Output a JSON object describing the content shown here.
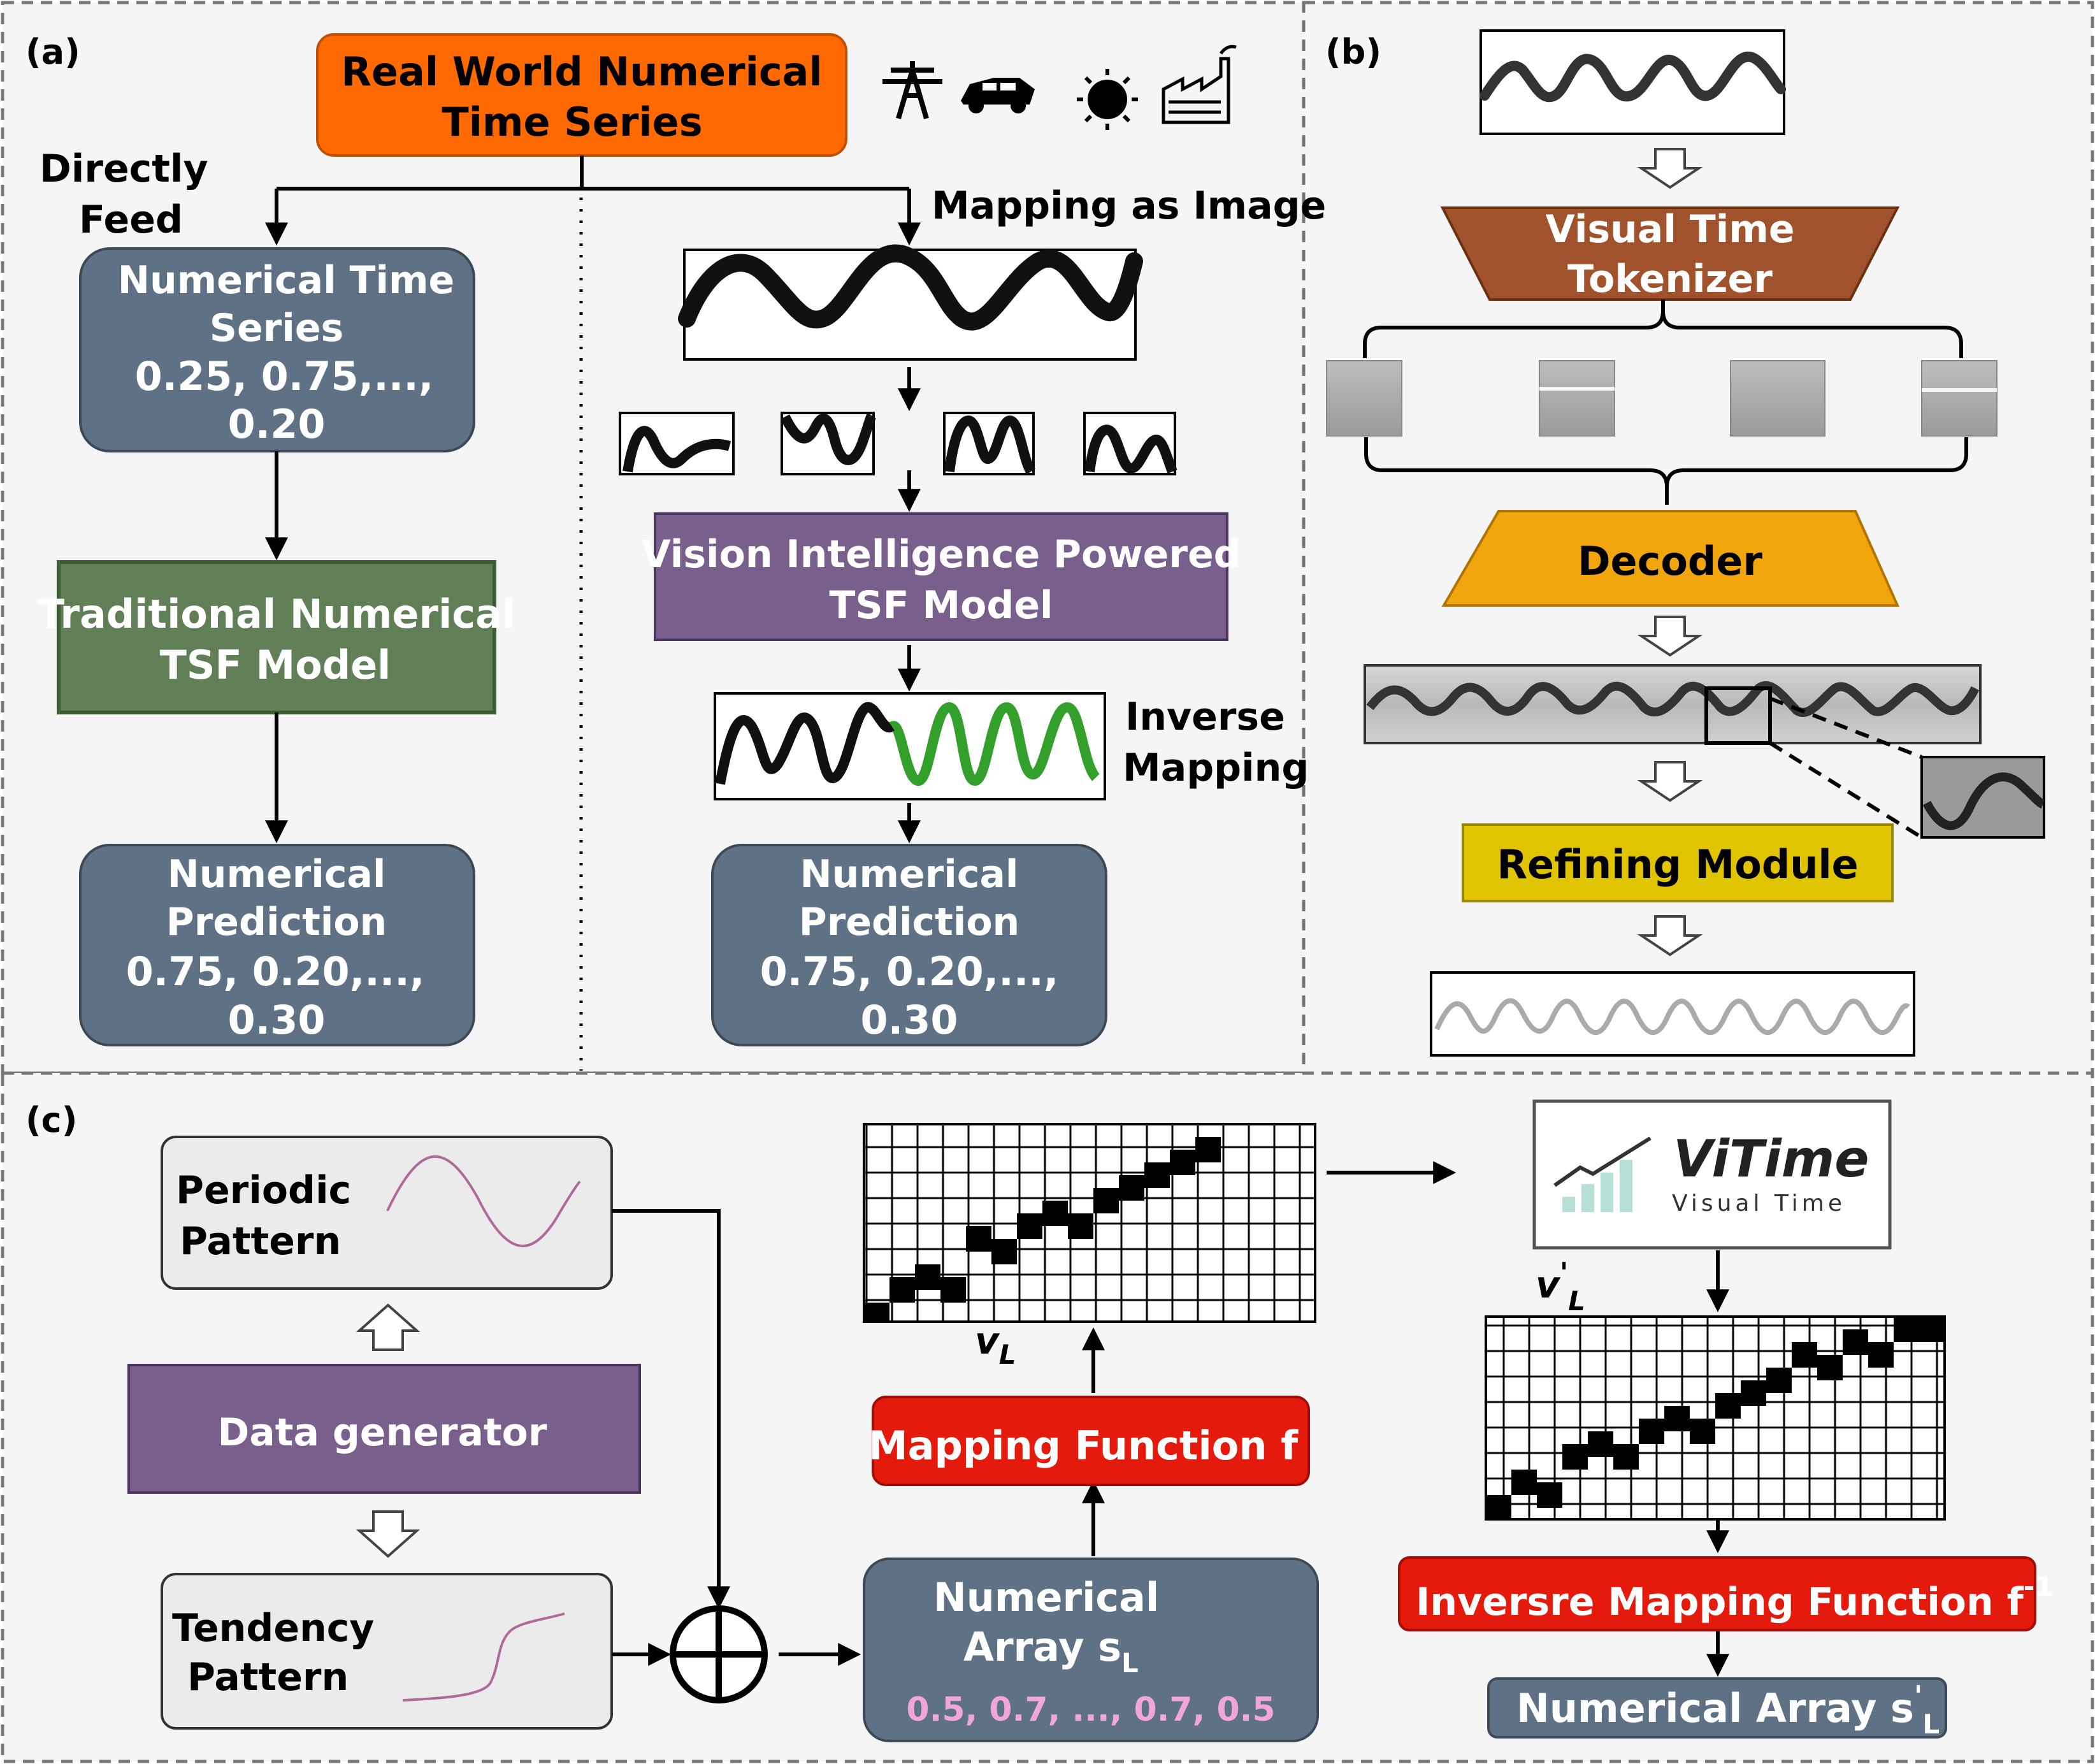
{
  "panel_a": {
    "label": "(a)",
    "source_title": [
      "Real World Numerical",
      "Time Series"
    ],
    "directly_feed": [
      "Directly",
      "Feed"
    ],
    "mapping_as_image": "Mapping as Image",
    "numerical_ts": [
      "Numerical Time",
      "Series",
      "0.25, 0.75,...,",
      "0.20"
    ],
    "traditional_model": [
      "Traditional Numerical",
      "TSF Model"
    ],
    "prediction_left": [
      "Numerical",
      "Prediction",
      "0.75, 0.20,...,",
      "0.30"
    ],
    "vision_model": [
      "Vision Intelligence Powered",
      "TSF Model"
    ],
    "inverse_mapping": [
      "Inverse",
      "Mapping"
    ],
    "prediction_right": [
      "Numerical",
      "Prediction",
      "0.75, 0.20,...,",
      "0.30"
    ]
  },
  "panel_b": {
    "label": "(b)",
    "tokenizer": [
      "Visual Time",
      "Tokenizer"
    ],
    "decoder": "Decoder",
    "refining": "Refining Module"
  },
  "panel_c": {
    "label": "(c)",
    "periodic": [
      "Periodic",
      "Pattern"
    ],
    "data_generator": "Data generator",
    "tendency": [
      "Tendency",
      "Pattern"
    ],
    "numerical_array": [
      "Numerical",
      "Array s",
      "L"
    ],
    "array_values": "0.5, 0.7, ..., 0.7, 0.5",
    "mapping_function": "Mapping Function f",
    "v_label": [
      "v",
      "L"
    ],
    "vprime_label": [
      "v",
      "'",
      "L"
    ],
    "vitime_logo": [
      "ViTime",
      "Visual Time"
    ],
    "inverse_function": [
      "Inversre Mapping Function f",
      "-1"
    ],
    "result_array": [
      "Numerical Array s",
      "'",
      "L"
    ]
  },
  "colors": {
    "orange": "#ff6a00",
    "slate": "#5f7185",
    "green": "#617f57",
    "purple": "#785f8c",
    "brown": "#a0522d",
    "amber": "#f2a60d",
    "yellow": "#e0c400",
    "red": "#e31a0c",
    "panel_bg": "#f5f5f5",
    "signal_green": "#33a02c",
    "pattern_curve": "#b06a9a"
  },
  "icons": [
    "power-tower-icon",
    "car-icon",
    "sun-icon",
    "factory-icon"
  ]
}
